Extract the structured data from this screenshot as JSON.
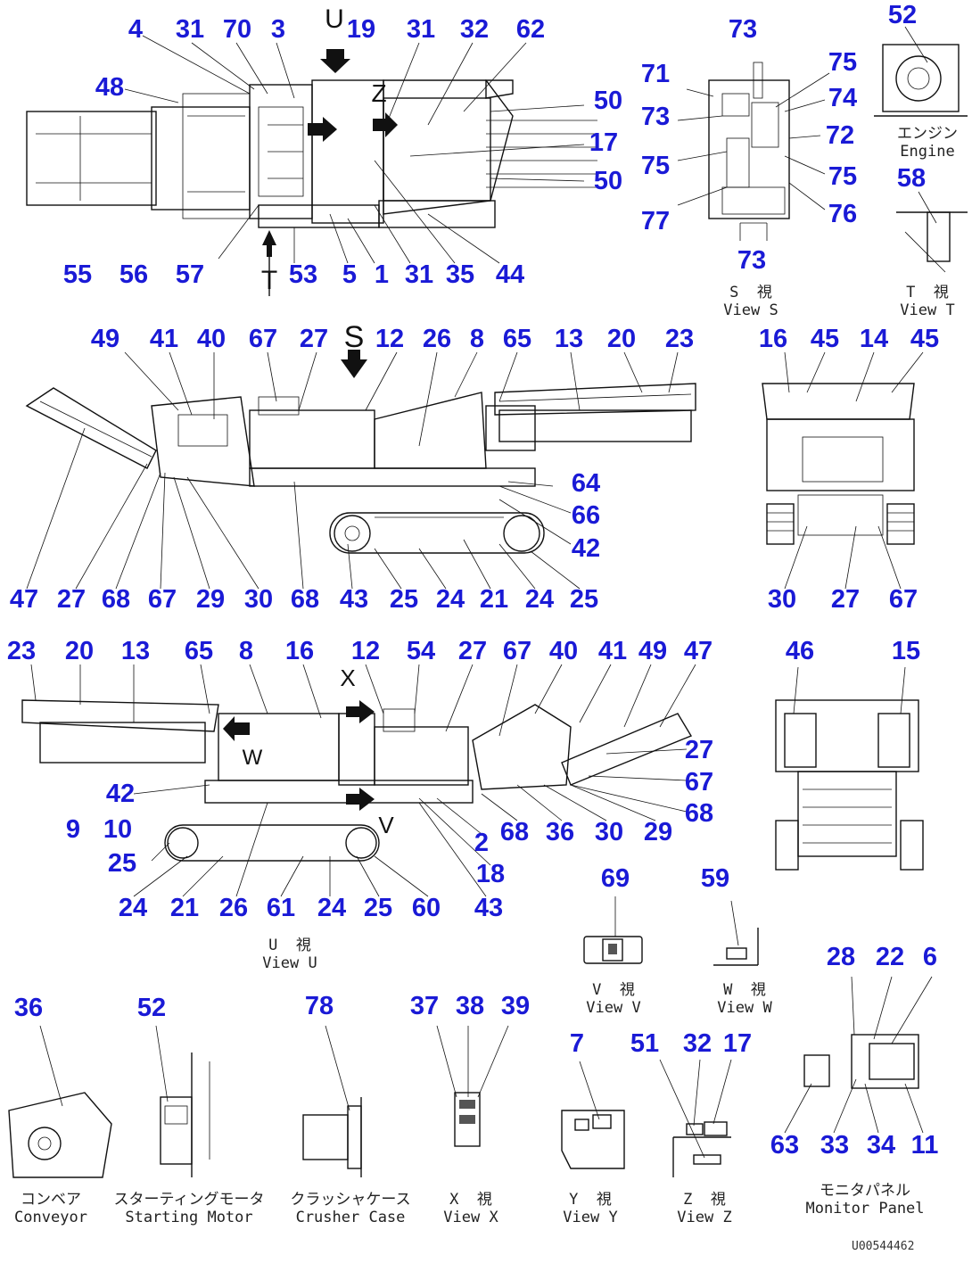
{
  "callouts": {
    "top_left": [
      "4",
      "31",
      "70",
      "3",
      "19",
      "31",
      "32",
      "62",
      "48",
      "50",
      "17",
      "50",
      "55",
      "56",
      "57",
      "53",
      "5",
      "1",
      "31",
      "35",
      "44"
    ],
    "view_s": [
      "73",
      "71",
      "73",
      "75",
      "77",
      "75",
      "74",
      "72",
      "75",
      "76",
      "73"
    ],
    "engine": [
      "52"
    ],
    "view_t": [
      "58"
    ],
    "side_left": [
      "49",
      "41",
      "40",
      "67",
      "27",
      "12",
      "26",
      "8",
      "65",
      "13",
      "20",
      "23",
      "64",
      "66",
      "42",
      "47",
      "27",
      "68",
      "67",
      "29",
      "30",
      "68",
      "43",
      "25",
      "24",
      "21",
      "24",
      "25"
    ],
    "rear_view": [
      "16",
      "45",
      "14",
      "45",
      "30",
      "27",
      "67"
    ],
    "side_right": [
      "23",
      "20",
      "13",
      "65",
      "8",
      "16",
      "12",
      "54",
      "27",
      "67",
      "40",
      "41",
      "49",
      "47",
      "27",
      "67",
      "68",
      "42",
      "9",
      "10",
      "25",
      "24",
      "21",
      "26",
      "61",
      "24",
      "25",
      "60",
      "43",
      "18",
      "2",
      "68",
      "36",
      "30",
      "29"
    ],
    "front_view": [
      "46",
      "15"
    ],
    "view_v": [
      "69"
    ],
    "view_w": [
      "59"
    ],
    "monitor": [
      "28",
      "22",
      "6",
      "63",
      "33",
      "34",
      "11"
    ],
    "conveyor": [
      "36"
    ],
    "starting_motor": [
      "52"
    ],
    "crusher_case": [
      "78"
    ],
    "view_x": [
      "37",
      "38",
      "39"
    ],
    "view_y": [
      "7"
    ],
    "view_z": [
      "51",
      "32",
      "17"
    ]
  },
  "letters": {
    "U": "U",
    "Z": "Z",
    "T": "T",
    "S": "S",
    "V": "V",
    "X": "X",
    "W": "W"
  },
  "captions": {
    "view_s": "S  視\nView S",
    "engine": "エンジン\nEngine",
    "view_t": "T  視\nView T",
    "view_u": "U  視\nView U",
    "view_v": "V  視\nView V",
    "view_w": "W  視\nView W",
    "conveyor": "コンベア\nConveyor",
    "starting_motor": "スターティングモータ\nStarting Motor",
    "crusher_case": "クラッシャケース\nCrusher Case",
    "view_x": "X  視\nView X",
    "view_y": "Y  視\nView Y",
    "view_z": "Z  視\nView Z",
    "monitor": "モニタパネル\nMonitor Panel"
  },
  "drawing_code": "U00544462",
  "colors": {
    "callout": "#1a1ad6",
    "line": "#111111"
  }
}
